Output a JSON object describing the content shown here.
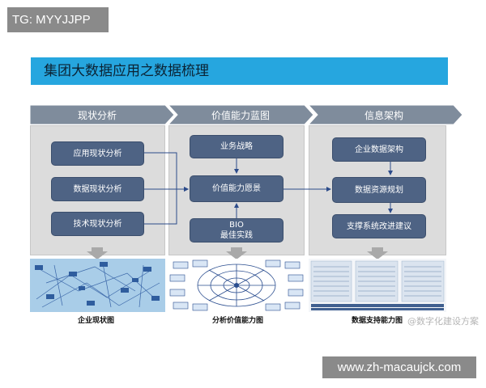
{
  "watermark_top": "TG: MYYJJPP",
  "watermark_bottom": "www.zh-macaujck.com",
  "header": {
    "title": "集团大数据应用之数据梳理"
  },
  "stages": [
    {
      "label": "现状分析"
    },
    {
      "label": "价值能力蓝图"
    },
    {
      "label": "信息架构"
    }
  ],
  "column1": {
    "boxes": [
      "应用现状分析",
      "数据现状分析",
      "技术现状分析"
    ]
  },
  "column2": {
    "top": "业务战略",
    "middle": "价值能力愿景",
    "bottom_line1": "BIO",
    "bottom_line2": "最佳实践"
  },
  "column3": {
    "boxes": [
      "企业数据架构",
      "数据资源规划",
      "支撑系统改进建议"
    ]
  },
  "captions": [
    "企业现状图",
    "分析价值能力图",
    "数据支持能力图"
  ],
  "source_watermark": "@数字化建设方案",
  "colors": {
    "banner": "#26a6df",
    "chevron": "#7f8c9c",
    "box": "#4e6384",
    "panel": "#dcdcdc"
  }
}
